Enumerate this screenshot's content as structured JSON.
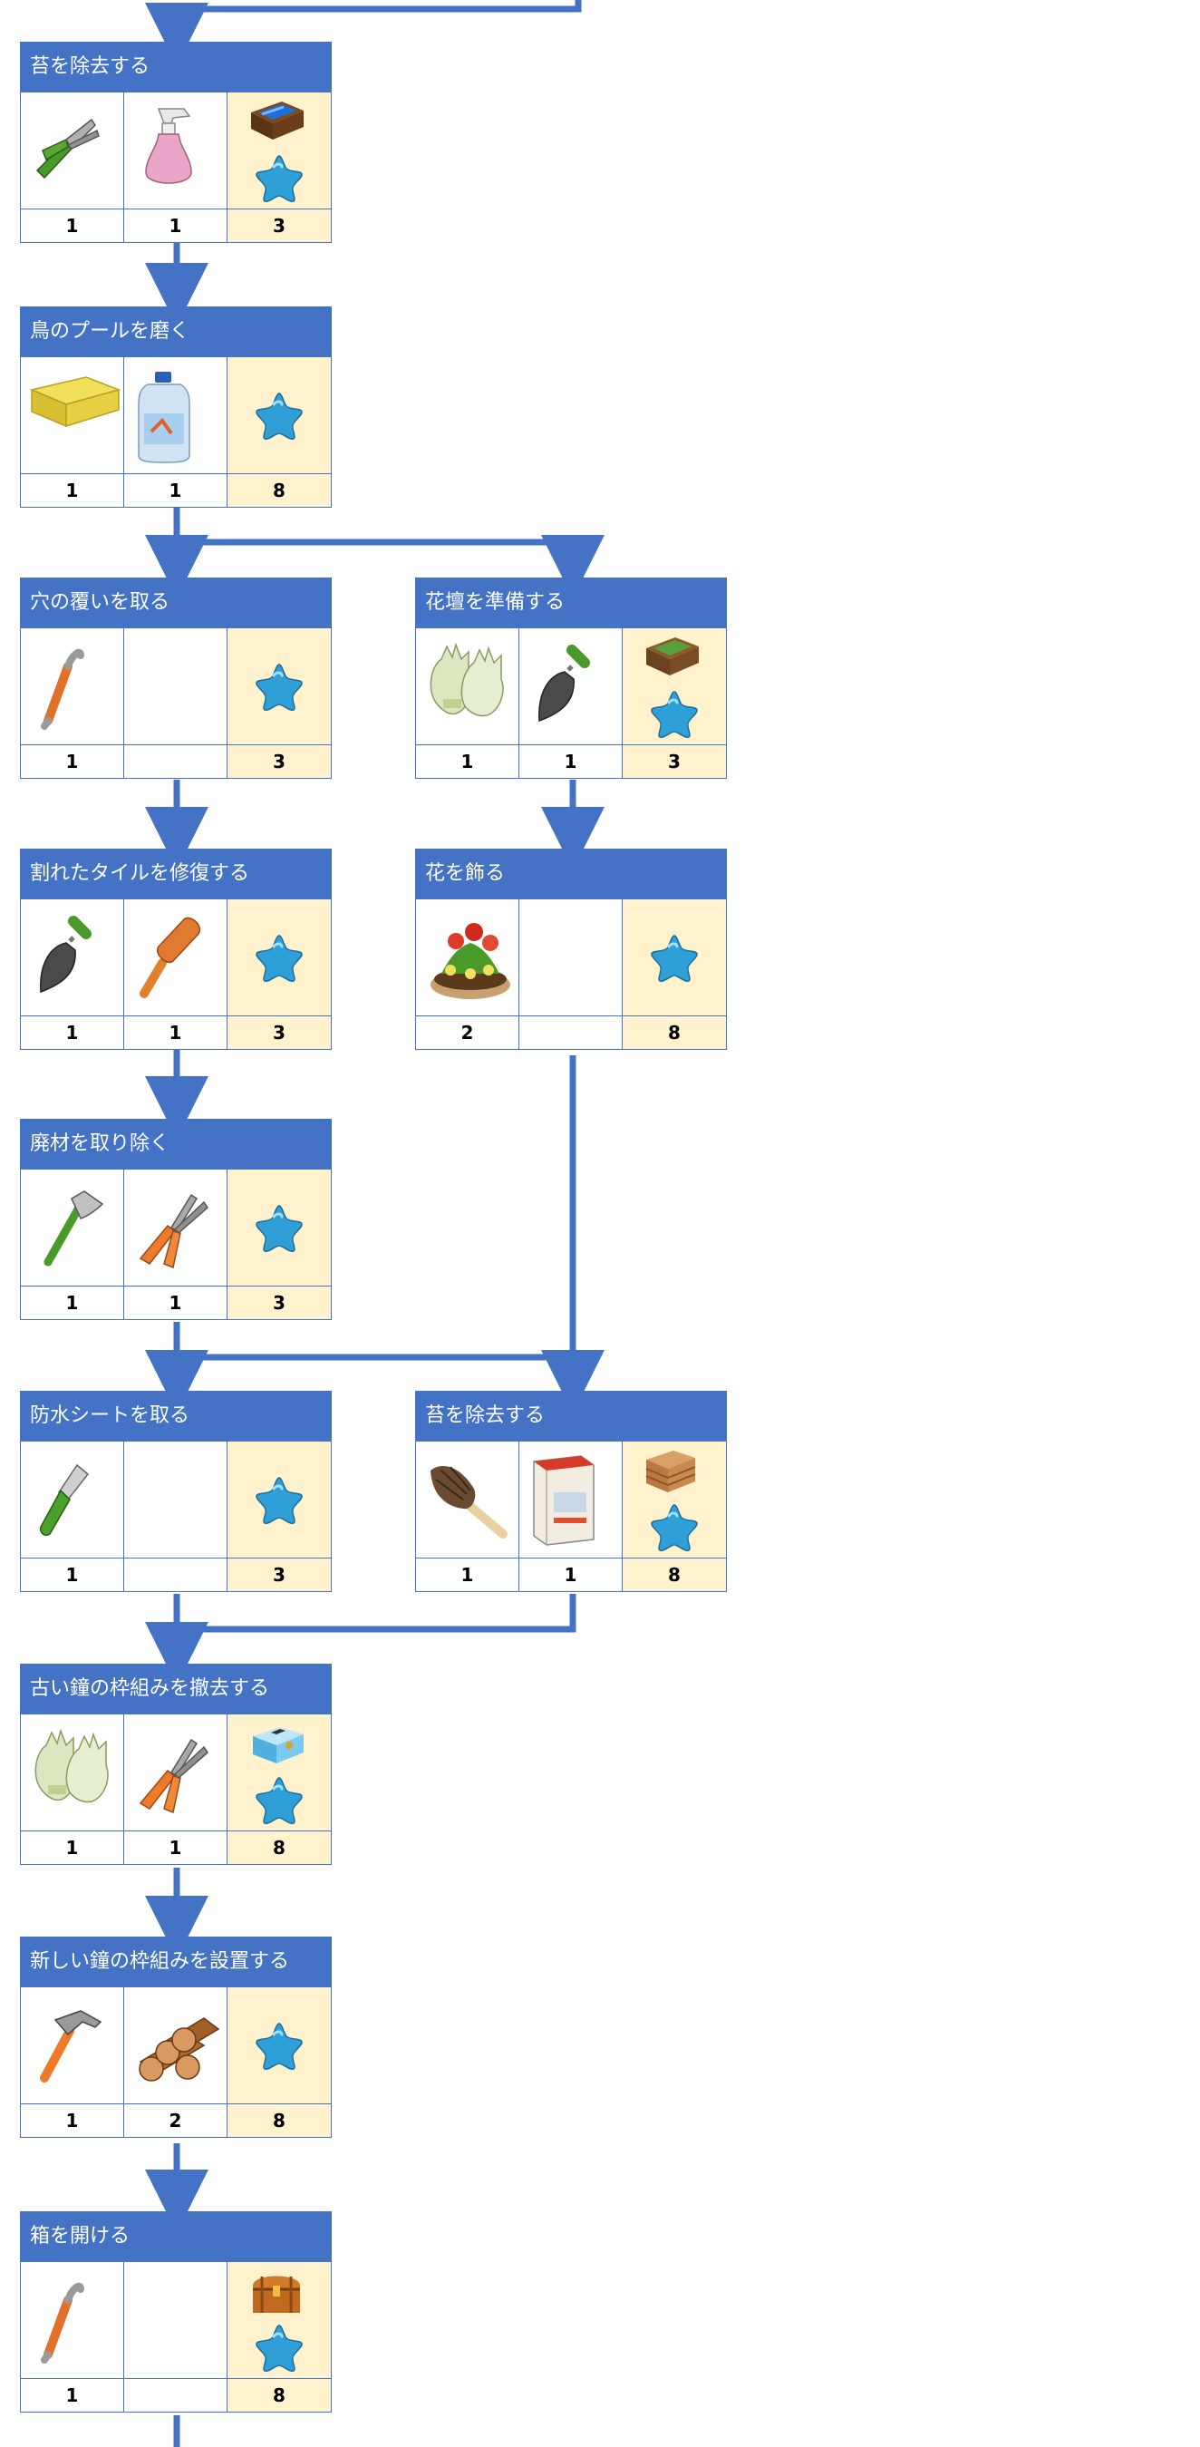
{
  "colors": {
    "accent": "#4472c4",
    "reward_bg": "#fff2cc"
  },
  "tasks": [
    {
      "id": "t1",
      "title": "苔を除去する",
      "items": [
        {
          "icon": "pruning-shears-icon",
          "count": "1"
        },
        {
          "icon": "spray-bottle-icon",
          "count": "1"
        }
      ],
      "reward": {
        "icons": [
          "blue-crate-icon",
          "blue-star-icon"
        ],
        "count": "3"
      }
    },
    {
      "id": "t2",
      "title": "鳥のプールを磨く",
      "items": [
        {
          "icon": "sponge-icon",
          "count": "1"
        },
        {
          "icon": "detergent-bottle-icon",
          "count": "1"
        }
      ],
      "reward": {
        "icons": [
          "blue-star-icon"
        ],
        "count": "8"
      }
    },
    {
      "id": "t3",
      "title": "穴の覆いを取る",
      "items": [
        {
          "icon": "crowbar-icon",
          "count": "1"
        },
        {
          "icon": "",
          "count": ""
        }
      ],
      "reward": {
        "icons": [
          "blue-star-icon"
        ],
        "count": "3"
      }
    },
    {
      "id": "t4",
      "title": "花壇を準備する",
      "items": [
        {
          "icon": "gloves-icon",
          "count": "1"
        },
        {
          "icon": "trowel-icon",
          "count": "1"
        }
      ],
      "reward": {
        "icons": [
          "planter-box-icon",
          "blue-star-icon"
        ],
        "count": "3"
      }
    },
    {
      "id": "t5",
      "title": "割れたタイルを修復する",
      "items": [
        {
          "icon": "trowel-icon",
          "count": "1"
        },
        {
          "icon": "mallet-icon",
          "count": "1"
        }
      ],
      "reward": {
        "icons": [
          "blue-star-icon"
        ],
        "count": "3"
      }
    },
    {
      "id": "t6",
      "title": "花を飾る",
      "items": [
        {
          "icon": "flower-pot-icon",
          "count": "2"
        },
        {
          "icon": "",
          "count": ""
        }
      ],
      "reward": {
        "icons": [
          "blue-star-icon"
        ],
        "count": "8"
      }
    },
    {
      "id": "t7",
      "title": "廃材を取り除く",
      "items": [
        {
          "icon": "hatchet-icon",
          "count": "1"
        },
        {
          "icon": "wire-cutters-icon",
          "count": "1"
        }
      ],
      "reward": {
        "icons": [
          "blue-star-icon"
        ],
        "count": "3"
      }
    },
    {
      "id": "t8",
      "title": "防水シートを取る",
      "items": [
        {
          "icon": "utility-knife-icon",
          "count": "1"
        },
        {
          "icon": "",
          "count": ""
        }
      ],
      "reward": {
        "icons": [
          "blue-star-icon"
        ],
        "count": "3"
      }
    },
    {
      "id": "t9",
      "title": "苔を除去する",
      "items": [
        {
          "icon": "feather-duster-icon",
          "count": "1"
        },
        {
          "icon": "cleaning-powder-icon",
          "count": "1"
        }
      ],
      "reward": {
        "icons": [
          "wooden-crate-icon",
          "blue-star-icon"
        ],
        "count": "8"
      }
    },
    {
      "id": "t10",
      "title": "古い鐘の枠組みを撤去する",
      "items": [
        {
          "icon": "gloves-icon",
          "count": "1"
        },
        {
          "icon": "wire-cutters-icon",
          "count": "1"
        }
      ],
      "reward": {
        "icons": [
          "toolbox-icon",
          "blue-star-icon"
        ],
        "count": "8"
      }
    },
    {
      "id": "t11",
      "title": "新しい鐘の枠組みを設置する",
      "items": [
        {
          "icon": "hammer-icon",
          "count": "1"
        },
        {
          "icon": "logs-icon",
          "count": "2"
        }
      ],
      "reward": {
        "icons": [
          "blue-star-icon"
        ],
        "count": "8"
      }
    },
    {
      "id": "t12",
      "title": "箱を開ける",
      "items": [
        {
          "icon": "crowbar-icon",
          "count": "1"
        },
        {
          "icon": "",
          "count": ""
        }
      ],
      "reward": {
        "icons": [
          "treasure-chest-icon",
          "blue-star-icon"
        ],
        "count": "8"
      }
    }
  ]
}
